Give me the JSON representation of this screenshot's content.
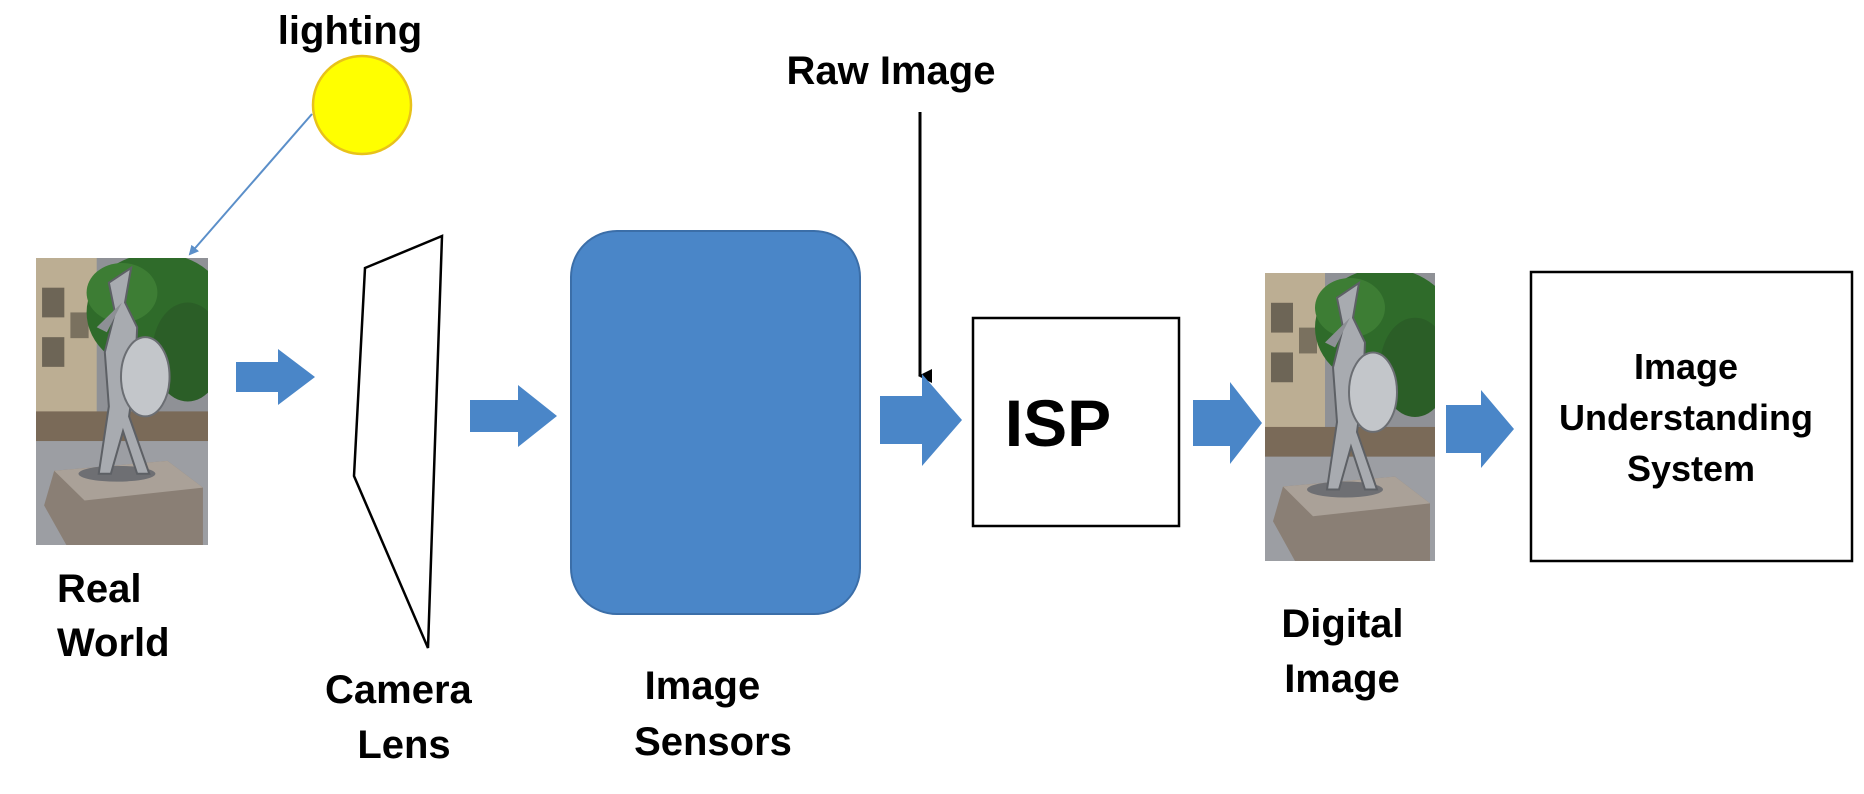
{
  "labels": {
    "lighting": "lighting",
    "raw_image": "Raw Image",
    "real_world": [
      "Real",
      "World"
    ],
    "camera_lens": [
      "Camera",
      "Lens"
    ],
    "image_sensors": [
      "Image",
      "Sensors"
    ],
    "isp": "ISP",
    "digital_image": [
      "Digital",
      "Image"
    ],
    "image_understanding": [
      "Image",
      "Understanding",
      "System"
    ]
  },
  "colors": {
    "flow_arrow": "#4a86c8",
    "sensor_block": "#4a86c8",
    "sun_fill": "#ffff00",
    "sun_stroke": "#e8c21a",
    "light_ray": "#5b8fc9"
  },
  "icons": {
    "sun": "sun-icon",
    "photo": "statue-photo-icon"
  }
}
